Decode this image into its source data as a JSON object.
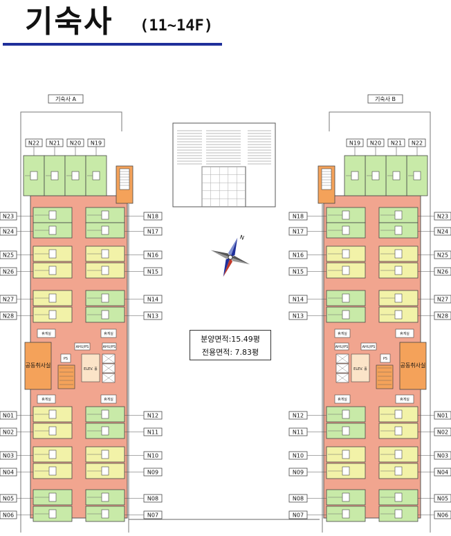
{
  "header": {
    "title": "기숙사",
    "floors": "(11~14F)"
  },
  "wing_a": {
    "caption": "기숙사 A",
    "top_units": [
      "N22",
      "N21",
      "N20",
      "N19"
    ],
    "left_units": [
      "N23",
      "N24",
      "N25",
      "N26",
      "N27",
      "N28",
      "N01",
      "N02",
      "N03",
      "N04",
      "N05",
      "N06"
    ],
    "right_units": [
      "N18",
      "N17",
      "N16",
      "N15",
      "N14",
      "N13",
      "N12",
      "N11",
      "N10",
      "N09",
      "N08",
      "N07"
    ],
    "common_room": "공동취사실",
    "lounge": "휴게실",
    "elev": "ELEV. 홀",
    "shaft": "AHU/PS",
    "ps": "PS"
  },
  "wing_b": {
    "caption": "기숙사 B",
    "top_units": [
      "N22",
      "N21",
      "N20",
      "N19"
    ],
    "left_units": [
      "N23",
      "N24",
      "N25",
      "N26",
      "N27",
      "N28",
      "N01",
      "N02",
      "N03",
      "N04",
      "N05",
      "N06"
    ],
    "right_units": [
      "N18",
      "N17",
      "N16",
      "N15",
      "N14",
      "N13",
      "N12",
      "N11",
      "N10",
      "N09",
      "N08",
      "N07"
    ],
    "common_room": "공동취사실",
    "lounge": "휴게실",
    "elev": "ELEV. 홀",
    "shaft": "AHU/PS",
    "ps": "PS"
  },
  "compass": {
    "north": "N"
  },
  "area_info": {
    "line1": "분양면적:15.49평",
    "line2": "전용면적: 7.83평"
  },
  "colors": {
    "unit_green": "#c8eaa8",
    "unit_yellow": "#f2f2a8",
    "corridor": "#f1a58f",
    "common": "#f4a25a",
    "rule": "#1f2f9a"
  }
}
